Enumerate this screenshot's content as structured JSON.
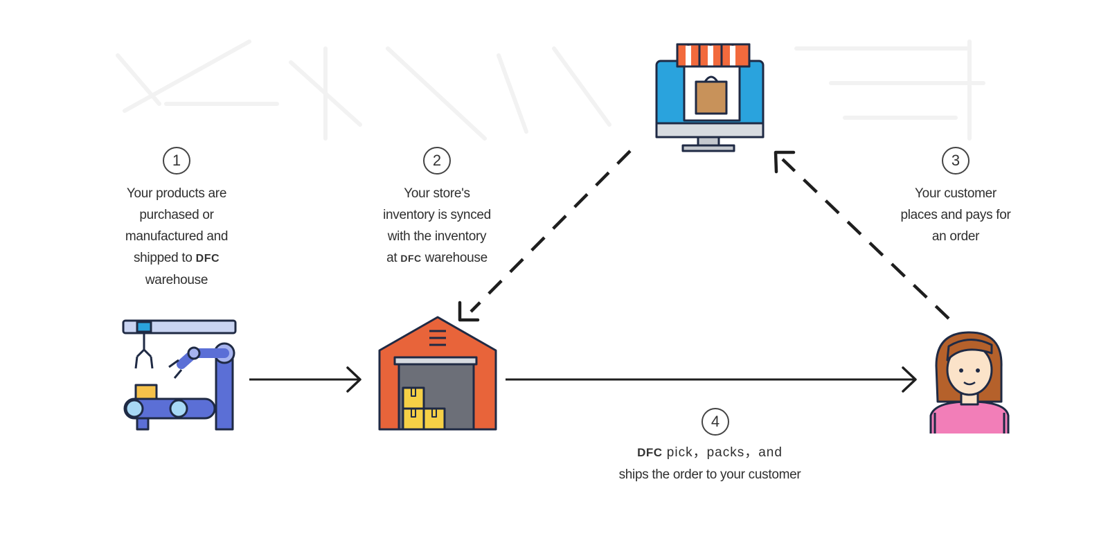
{
  "steps": [
    {
      "number": "1",
      "lines": [
        "Your products are",
        "purchased or",
        "manufactured and"
      ],
      "line4_prefix": "shipped to ",
      "line4_brand": "DFC",
      "line5": "warehouse"
    },
    {
      "number": "2",
      "lines": [
        "Your store's",
        "inventory is synced",
        "with the inventory"
      ],
      "line4_prefix": "at ",
      "line4_brand": "DFC",
      "line4_suffix": " warehouse"
    },
    {
      "number": "3",
      "lines": [
        "Your customer",
        "places and pays for",
        "an order"
      ]
    },
    {
      "number": "4",
      "line1_brand": "DFC",
      "line1_rest": " pick，packs，and",
      "line2": "ships the order to your customer"
    }
  ],
  "icons": {
    "factory": "factory-robot-arm-icon",
    "warehouse": "warehouse-icon",
    "store": "online-store-monitor-icon",
    "customer": "customer-woman-icon"
  },
  "colors": {
    "arrow": "#1e1e1e",
    "warehouse": "#e8643a",
    "monitor": "#2aa3dd",
    "awning": "#f26a3d",
    "robot": "#5b6fd6",
    "shirt": "#f27eb8",
    "hair": "#b5612b"
  }
}
